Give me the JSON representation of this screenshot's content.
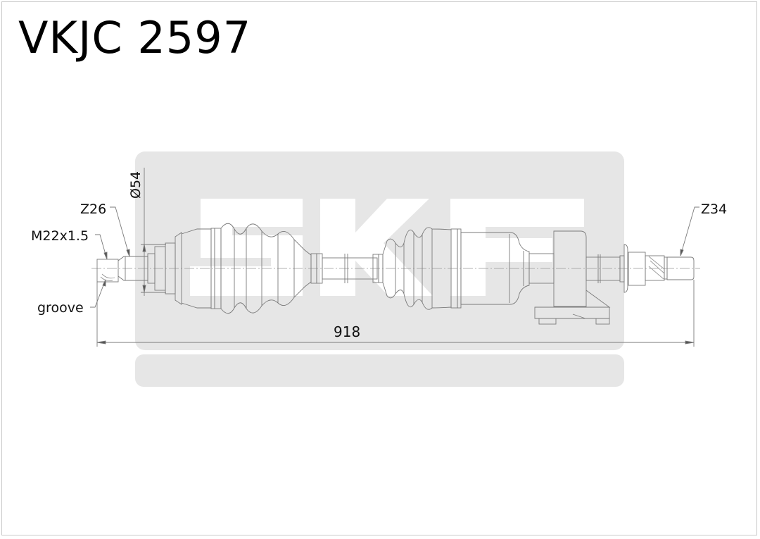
{
  "title": "VKJC 2597",
  "brand_watermark": "SKF",
  "colors": {
    "background": "#ffffff",
    "watermark_panel": "#e6e6e6",
    "watermark_letters": "#ffffff",
    "line": "#7a7a7a",
    "text": "#111111",
    "frame": "#c8c8c8"
  },
  "annotations": {
    "diameter": "Ø54",
    "spline_left": "Z26",
    "thread": "M22x1.5",
    "groove": "groove",
    "spline_right": "Z34",
    "overall_length": "918"
  }
}
